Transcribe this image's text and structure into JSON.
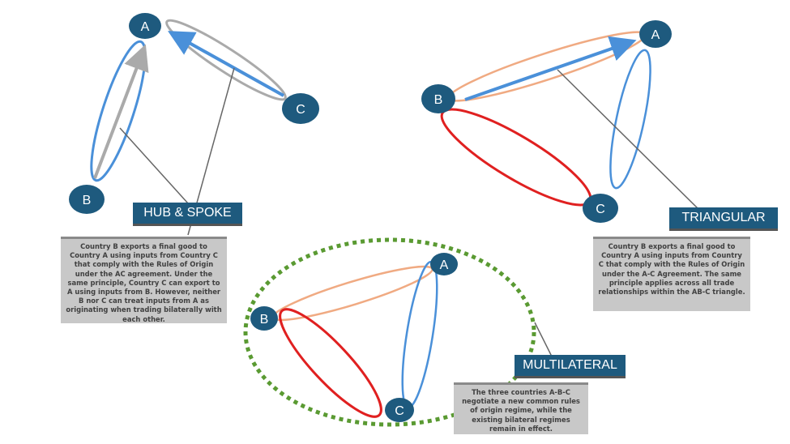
{
  "hub_spoke": {
    "title": "HUB & SPOKE",
    "description": "Country B exports a final good to Country A using inputs from Country C that comply with the Rules of Origin under the AC agreement. Under the same principle, Country C can export to A using inputs from B. However, neither B nor C can treat inputs from A as originating when trading bilaterally with each other.",
    "nodes": {
      "a": "A",
      "b": "B",
      "c": "C"
    }
  },
  "triangular": {
    "title": "TRIANGULAR",
    "description": "Country B exports a final good to Country A using inputs from Country C that comply with the Rules of Origin under the A-C Agreement. The same principle applies across all trade relationships within the AB-C triangle.",
    "nodes": {
      "a": "A",
      "b": "B",
      "c": "C"
    }
  },
  "multilateral": {
    "title": "MULTILATERAL",
    "description": "The three countries A-B-C negotiate a new common rules of origin regime, while the existing bilateral regimes remain in effect.",
    "nodes": {
      "a": "A",
      "b": "B",
      "c": "C"
    }
  },
  "colors": {
    "node_fill": "#1e5a7e",
    "blue": "#4a90d9",
    "gray": "#aaaaaa",
    "orange": "#f0aa82",
    "red": "#e02020",
    "green": "#5a9a32",
    "title_fill": "#1e5a7e",
    "desc_fill": "#c8c8c8"
  }
}
